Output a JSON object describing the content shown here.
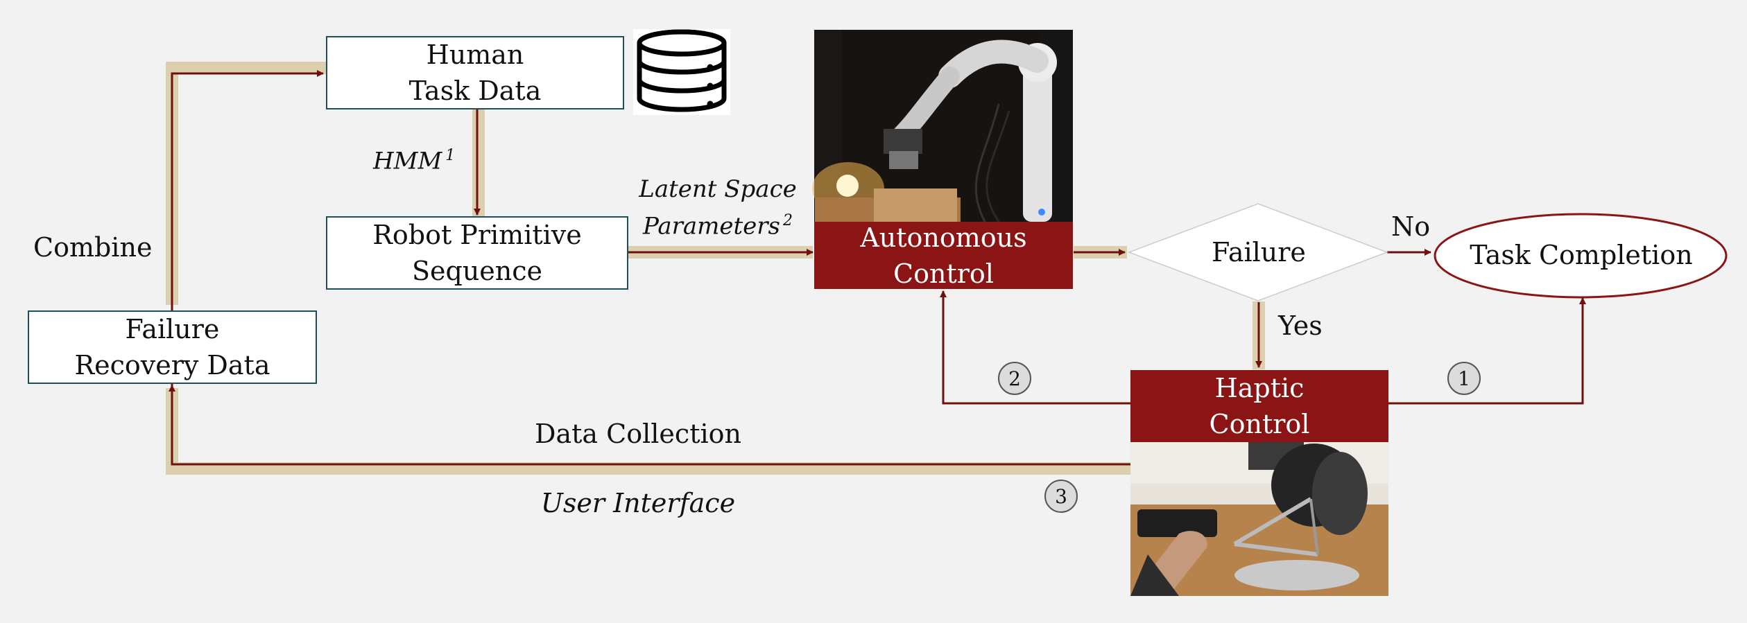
{
  "nodes": {
    "human_task_data": [
      "Human",
      "Task Data"
    ],
    "robot_primitive_sequence": [
      "Robot Primitive",
      "Sequence"
    ],
    "failure_recovery_data": [
      "Failure",
      "Recovery Data"
    ],
    "autonomous_control": [
      "Autonomous",
      "Control"
    ],
    "haptic_control": [
      "Haptic",
      "Control"
    ],
    "failure": "Failure",
    "task_completion": "Task Completion"
  },
  "edge_labels": {
    "hmm": "HMM",
    "hmm_sup": "1",
    "latent_space": [
      "Latent Space",
      "Parameters"
    ],
    "latent_sup": "2",
    "combine": "Combine",
    "no": "No",
    "yes": "Yes",
    "data_collection": "Data Collection",
    "user_interface": "User Interface"
  },
  "markers": [
    "1",
    "2",
    "3"
  ],
  "colors": {
    "background": "#f2f2f2",
    "control_block": "#8b1515",
    "arrow": "#6e1010",
    "data_path_highlight": "#dccfae",
    "box_border": "#1f4e5a"
  },
  "icons": {
    "database": "database-icon",
    "robot_arm_photo": "robot-arm-illustration",
    "haptic_device_photo": "haptic-device-illustration"
  }
}
